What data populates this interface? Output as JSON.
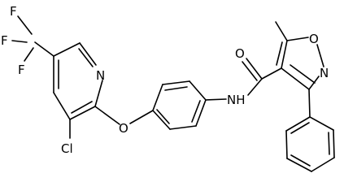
{
  "structure": {
    "atoms": {
      "F1": "F",
      "F2": "F",
      "F3": "F",
      "N_pyridine": "N",
      "Cl": "Cl",
      "O_ether": "O",
      "NH": "NH",
      "O_carbonyl": "O",
      "O_ring": "O",
      "N_ring": "N"
    }
  }
}
